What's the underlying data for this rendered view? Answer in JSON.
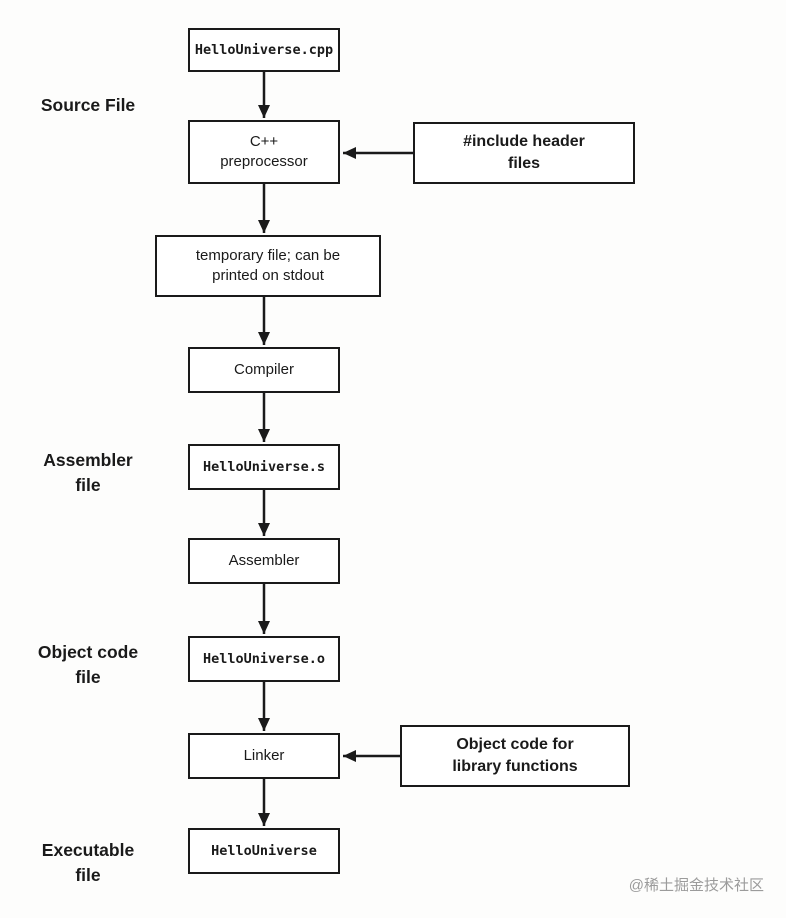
{
  "diagram": {
    "nodes": {
      "source_cpp": {
        "label": "HelloUniverse.cpp"
      },
      "preprocessor": {
        "label": "C++\npreprocessor"
      },
      "include_headers": {
        "label": "#include header\nfiles"
      },
      "temp_file": {
        "label": "temporary file; can be\nprinted on stdout"
      },
      "compiler": {
        "label": "Compiler"
      },
      "assembler_source": {
        "label": "HelloUniverse.s"
      },
      "assembler": {
        "label": "Assembler"
      },
      "object_file": {
        "label": "HelloUniverse.o"
      },
      "linker": {
        "label": "Linker"
      },
      "library_objects": {
        "label": "Object code for\nlibrary functions"
      },
      "executable": {
        "label": "HelloUniverse"
      }
    },
    "side_labels": {
      "source_file": "Source File",
      "assembler_file": "Assembler\nfile",
      "object_code_file": "Object code\nfile",
      "executable_file": "Executable\nfile"
    },
    "watermark": "@稀土掘金技术社区",
    "colors": {
      "background": "#fdfdfc",
      "box_border": "#1a1a1a",
      "text": "#1a1a1a",
      "watermark": "#9b9b9b"
    }
  }
}
